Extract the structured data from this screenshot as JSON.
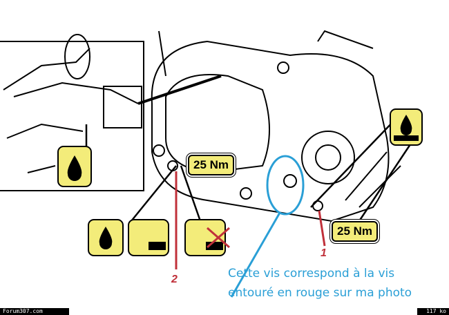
{
  "torque_labels": [
    "25 Nm",
    "25 Nm"
  ],
  "markers": [
    "1",
    "2"
  ],
  "caption": {
    "line1": "Cette vis correspond à la vis",
    "line2": "entouré en rouge sur ma photo"
  },
  "footer": {
    "site": "Forum307.com",
    "size": "117 ko"
  },
  "colors": {
    "annotation_blue": "#2a9fd6",
    "annotation_red": "#c0303a",
    "icon_yellow": "#f3ec7a"
  }
}
